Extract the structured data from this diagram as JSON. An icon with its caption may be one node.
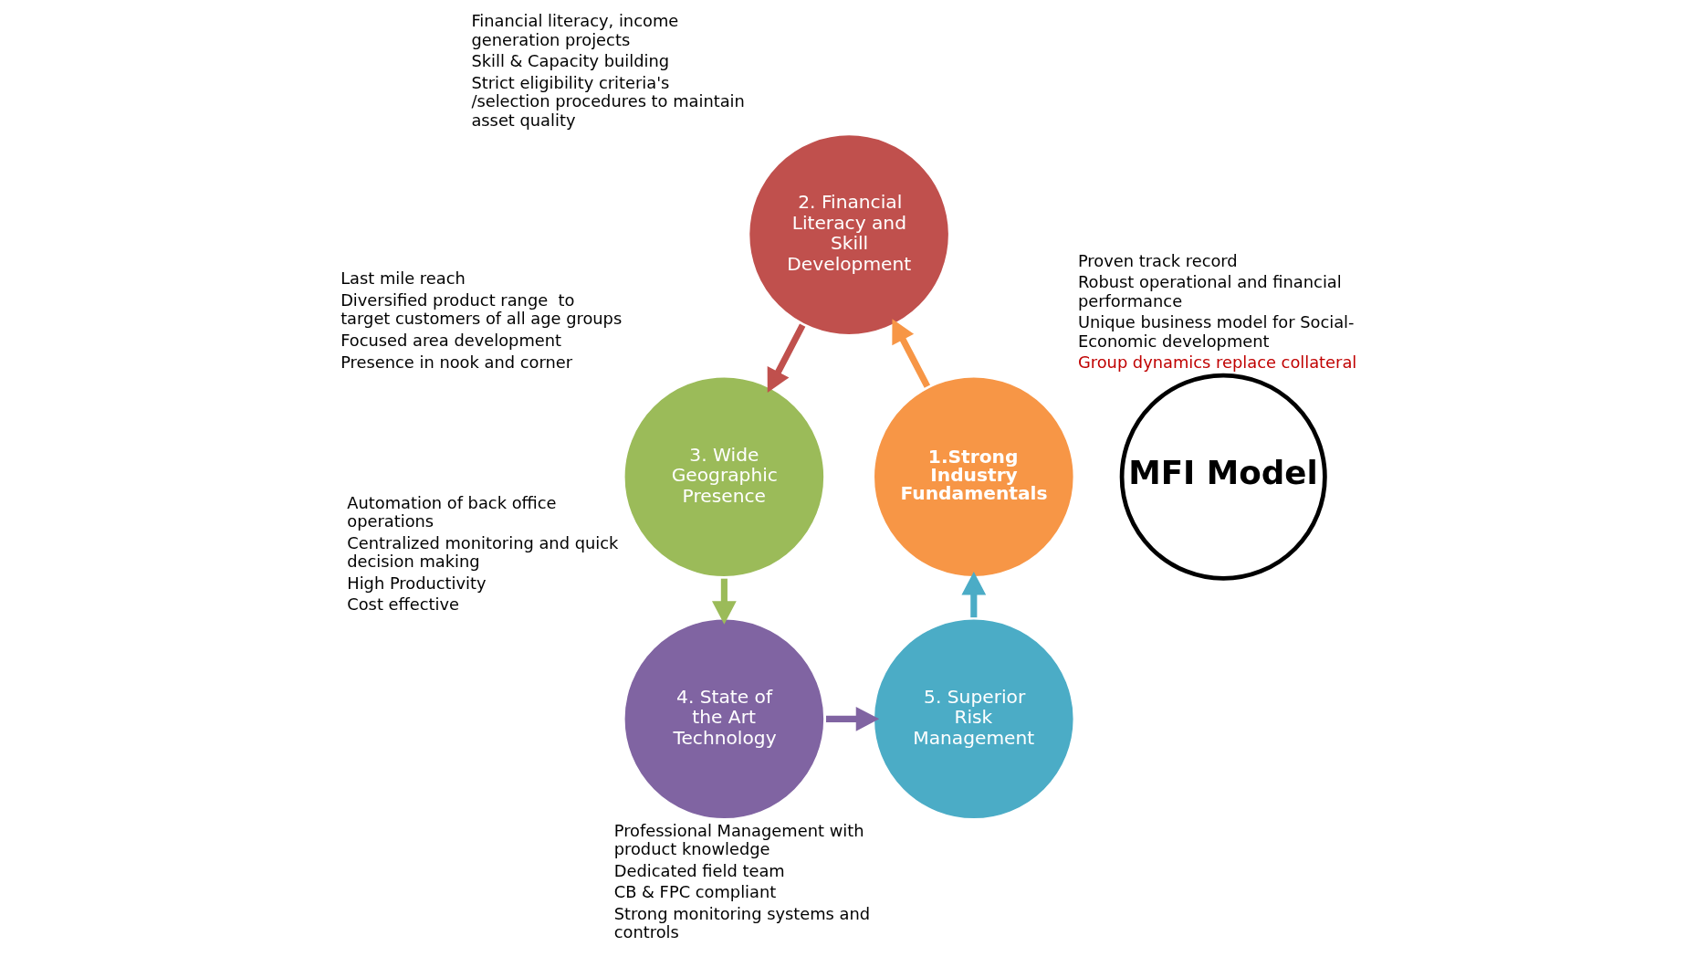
{
  "diagram": {
    "nodes": [
      {
        "text": [
          "MFI Model"
        ]
      },
      {
        "text": [
          "1.Strong Industry Fundamentals"
        ],
        "beside": [
          "Proven track record",
          "Robust operational and financial performance",
          "Unique business model for Social-Economic development",
          "Group dynamics replace collateral"
        ]
      },
      {
        "text": [
          "2. Financial Literacy and Skill Development"
        ],
        "beside": [
          "Financial literacy, income generation projects",
          "Skill & Capacity building",
          "Strict eligibility criteria's /selection procedures to maintain asset quality"
        ]
      },
      {
        "text": [
          "3. Wide Geographic Presence"
        ],
        "beside": [
          "Last mile reach",
          "Diversified product range  to target customers of all age groups",
          "Focused area development",
          "Presence in nook and corner"
        ]
      },
      {
        "text": [
          "4. State of the Art Technology"
        ],
        "beside": [
          "Automation of back office operations",
          "Centralized monitoring and quick decision making",
          "High Productivity",
          "Cost effective"
        ]
      },
      {
        "text": [
          "5. Superior Risk Management"
        ],
        "beside": [
          "Professional Management with product knowledge",
          "Dedicated field team",
          "CB & FPC compliant",
          "Strong monitoring systems and controls"
        ]
      }
    ],
    "edges": [
      {
        "from": 1,
        "to": 2,
        "arrow": "to",
        "color": "#f79646"
      },
      {
        "from": 2,
        "to": 3,
        "arrow": "to",
        "color": "#c0504d"
      },
      {
        "from": 3,
        "to": 4,
        "arrow": "to",
        "color": "#9bbb59"
      },
      {
        "from": 4,
        "to": 5,
        "arrow": "to",
        "color": "#8064a2"
      },
      {
        "from": 5,
        "to": 1,
        "arrow": "to",
        "color": "#4bacc6"
      }
    ]
  }
}
